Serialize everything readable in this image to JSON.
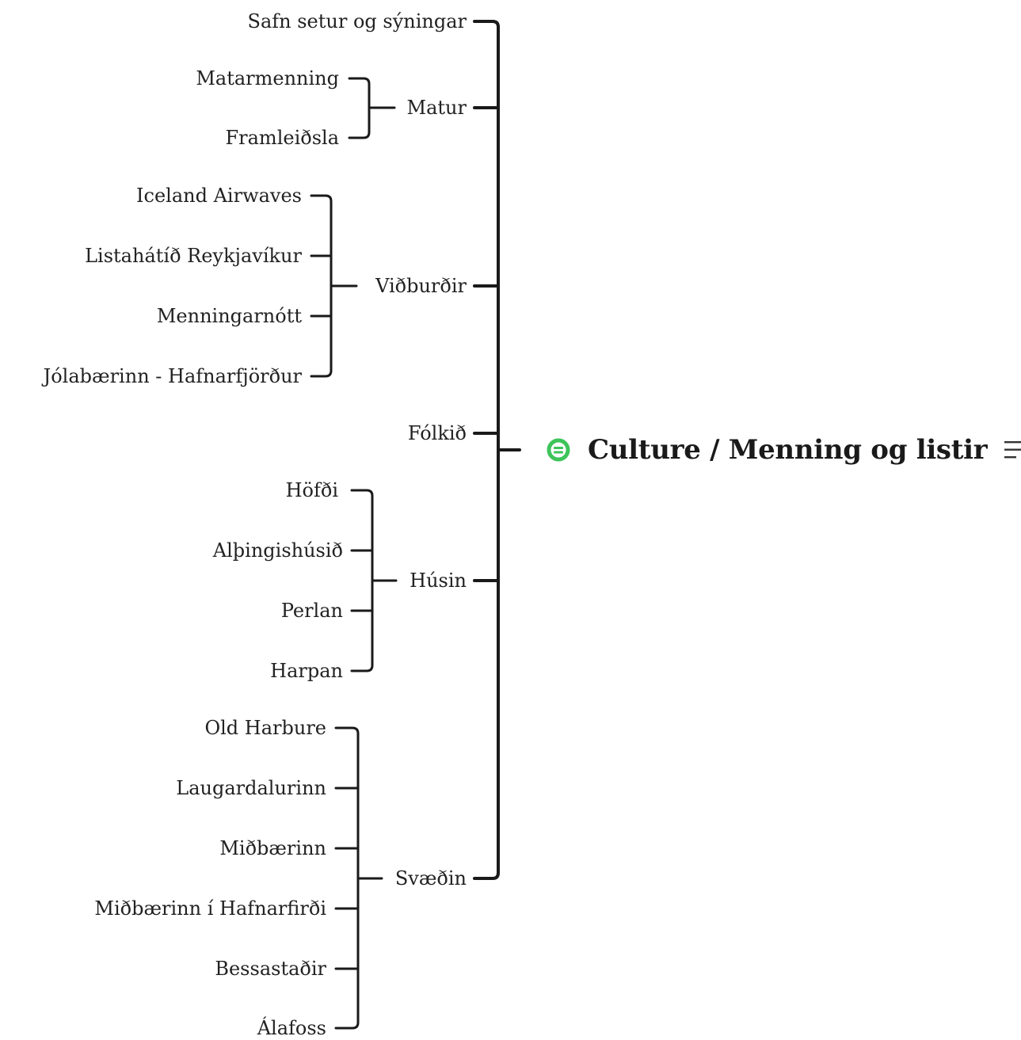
{
  "mindmap": {
    "central": {
      "title": "Culture / Menning og listir",
      "status_icon": "green-circle-note-icon",
      "notes_icon": "notes-lines-icon"
    },
    "branches": [
      {
        "label": "Safn setur og sýningar",
        "children": []
      },
      {
        "label": "Matur",
        "children": [
          "Matarmenning",
          "Framleiðsla"
        ]
      },
      {
        "label": "Viðburðir",
        "children": [
          "Iceland Airwaves",
          "Listahátíð Reykjavíkur",
          "Menningarnótt",
          "Jólabærinn - Hafnarfjörður"
        ]
      },
      {
        "label": "Fólkið",
        "children": []
      },
      {
        "label": "Húsin",
        "children": [
          "Höfði",
          "Alþingishúsið",
          "Perlan",
          "Harpan"
        ]
      },
      {
        "label": "Svæðin",
        "children": [
          "Old Harbure",
          "Laugardalurinn",
          "Miðbærinn",
          "Miðbærinn í Hafnarfirði",
          "Bessastaðir",
          "Álafoss"
        ]
      }
    ],
    "colors": {
      "line": "#1a1a1a",
      "accent": "#3ec45a",
      "text": "#222222"
    }
  }
}
